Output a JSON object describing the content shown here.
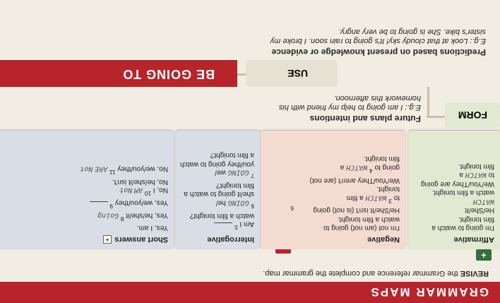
{
  "banner": "GRAMMAR MAPS",
  "instruction": {
    "bold": "REVISE",
    "rest": " the Grammar reference and complete the grammar map."
  },
  "icons": {
    "plus": "+",
    "minus": "-",
    "question": "?"
  },
  "affirmative": {
    "title": "Affirmative",
    "lines": [
      "I'm going to watch a",
      "film tonight.",
      "He/She/It",
      "WATCH",
      "watch a film tonight.",
      "We/You/They are going",
      "to",
      "WATCH",
      "a",
      "film tonight."
    ]
  },
  "negative": {
    "title": "Negative",
    "lines": [
      "I'm not (am not) going to",
      "watch a film tonight.",
      "He/She/It isn't (is not) going",
      "to",
      "WATCH",
      "a film",
      "tonight.",
      "We/You/They aren't (are not)",
      "going to",
      "WATCH",
      "a",
      "film tonight."
    ],
    "nums": [
      "6",
      "3",
      "4"
    ]
  },
  "interrogative": {
    "title": "Interrogative",
    "lines": [
      "Am I",
      "watch a film tonight?",
      "GOING",
      "he/",
      "she/it going to watch a",
      "film tonight?",
      "GOING",
      "we/",
      "you/they going to watch",
      "a film tonight?"
    ],
    "nums": [
      "5",
      "6",
      "7"
    ]
  },
  "short": {
    "title": "Short answers",
    "lines": [
      "Yes, I am.",
      "Yes, he/she/it",
      "Going",
      "Yes, we/you/they",
      "No, I",
      "AM",
      "Not",
      "No, he/she/it isn't.",
      "No, we/you/they",
      "ARE",
      "Not"
    ],
    "nums": [
      "8",
      "9",
      "10",
      "11"
    ]
  },
  "form_label": "FORM",
  "use_label": "USE",
  "main_label": "BE GOING TO",
  "future_plans": {
    "title": "Future plans and intentions",
    "example": "E.g.: I am going to help my friend with his homework this afternoon."
  },
  "predictions": {
    "title": "Predictions based on present knowledge or evidence",
    "example": "E.g.: Look at that cloudy sky! It's going to rain soon. I broke my sister's bike. She is going to be very angry."
  }
}
